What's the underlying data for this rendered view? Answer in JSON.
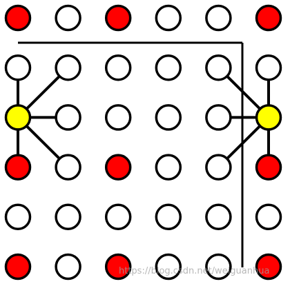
{
  "grid": {
    "rows": 6,
    "cols": 6,
    "node_fill": {
      "white": "#ffffff",
      "red": "#ff0000",
      "yellow": "#ffff00"
    },
    "node_colors": [
      [
        "red",
        "white",
        "red",
        "white",
        "white",
        "red"
      ],
      [
        "white",
        "white",
        "white",
        "white",
        "white",
        "white"
      ],
      [
        "yellow",
        "white",
        "white",
        "white",
        "white",
        "yellow"
      ],
      [
        "red",
        "white",
        "red",
        "white",
        "white",
        "red"
      ],
      [
        "white",
        "white",
        "white",
        "white",
        "white",
        "white"
      ],
      [
        "red",
        "white",
        "red",
        "white",
        "white",
        "red"
      ]
    ]
  },
  "connections": [
    {
      "from": [
        2,
        0
      ],
      "to": [
        1,
        0
      ]
    },
    {
      "from": [
        2,
        0
      ],
      "to": [
        1,
        1
      ]
    },
    {
      "from": [
        2,
        0
      ],
      "to": [
        2,
        1
      ]
    },
    {
      "from": [
        2,
        0
      ],
      "to": [
        3,
        1
      ]
    },
    {
      "from": [
        2,
        0
      ],
      "to": [
        3,
        0
      ]
    },
    {
      "from": [
        2,
        5
      ],
      "to": [
        1,
        5
      ]
    },
    {
      "from": [
        2,
        5
      ],
      "to": [
        1,
        4
      ]
    },
    {
      "from": [
        2,
        5
      ],
      "to": [
        2,
        4
      ]
    },
    {
      "from": [
        2,
        5
      ],
      "to": [
        3,
        4
      ]
    },
    {
      "from": [
        2,
        5
      ],
      "to": [
        3,
        5
      ]
    }
  ],
  "watermark": "https://blog.csdn.net/weiguanhua"
}
